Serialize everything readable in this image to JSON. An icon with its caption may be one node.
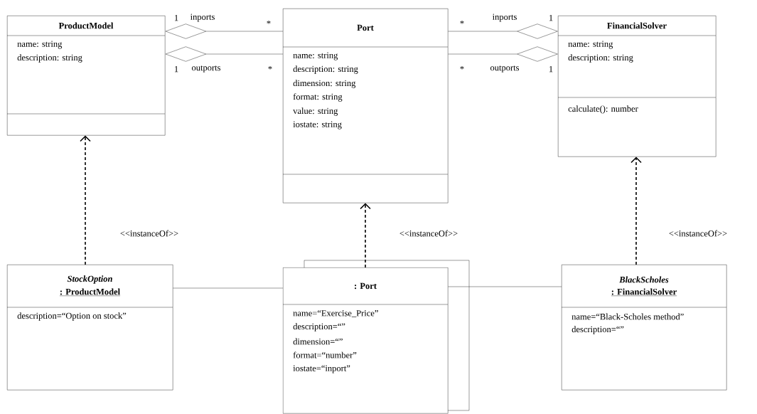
{
  "diagram": {
    "nodes": [
      {
        "text": [
          "ProductModel",
          "name: string",
          "description: string"
        ]
      },
      {
        "text": [
          "Port",
          "name: string",
          "description: string",
          "dimension: string",
          "format: string",
          "value: string",
          "iostate: string"
        ]
      },
      {
        "text": [
          "FinancialSolver",
          "name: string",
          "description: string",
          "calculate(): number"
        ]
      },
      {
        "text": [
          "StockOption",
          ": ProductModel",
          "description=“Option on stock”"
        ]
      },
      {
        "text": [
          ": Port",
          "name=“Exercise_Price”",
          "description=“”",
          "dimension=“”",
          "format=“number”",
          "iostate=“inport”"
        ]
      },
      {
        "text": [
          "BlackScholes",
          ": FinancialSolver",
          "name=“Black-Scholes method”",
          "description=“”"
        ]
      }
    ],
    "edges": [
      {
        "from": 0,
        "to": 1,
        "arrow": "other",
        "label": "inports"
      },
      {
        "from": 0,
        "to": 1,
        "arrow": "other",
        "label": "outports"
      },
      {
        "from": 2,
        "to": 1,
        "arrow": "other",
        "label": "inports"
      },
      {
        "from": 2,
        "to": 1,
        "arrow": "other",
        "label": "outports"
      },
      {
        "from": 3,
        "to": 0,
        "arrow": "to",
        "style": "dashed",
        "label": "<<instanceOf>>"
      },
      {
        "from": 4,
        "to": 1,
        "arrow": "to",
        "style": "dashed",
        "label": "<<instanceOf>>"
      },
      {
        "from": 5,
        "to": 2,
        "arrow": "to",
        "style": "dashed",
        "label": "<<instanceOf>>"
      },
      {
        "from": 3,
        "to": 4,
        "arrow": "none"
      },
      {
        "from": 4,
        "to": 5,
        "arrow": "none"
      }
    ],
    "labels": [
      "1",
      "*",
      "*",
      "1",
      "1",
      "*",
      "*",
      "1"
    ]
  }
}
